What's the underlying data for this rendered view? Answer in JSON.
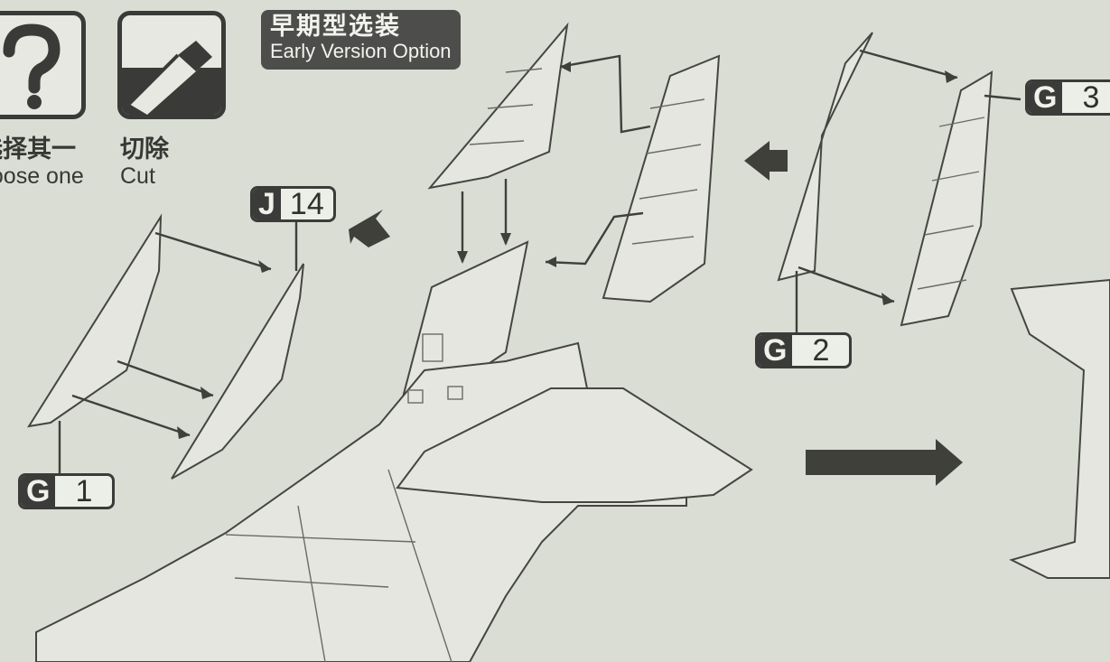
{
  "legend": {
    "choose_one": {
      "label_cn": "选择其一",
      "label_en": "hoose one"
    },
    "cut": {
      "label_cn": "切除",
      "label_en": "Cut"
    }
  },
  "option_tag": {
    "title_cn": "早期型选装",
    "title_en": "Early Version Option"
  },
  "parts": {
    "j14": {
      "letter": "J",
      "number": "14"
    },
    "g1": {
      "letter": "G",
      "number": "1"
    },
    "g2": {
      "letter": "G",
      "number": "2"
    },
    "g3": {
      "letter": "G",
      "number": "3"
    }
  },
  "colors": {
    "background": "#d9ddd3",
    "ink": "#3a3b38",
    "tag_bg": "#4d4e4b"
  }
}
